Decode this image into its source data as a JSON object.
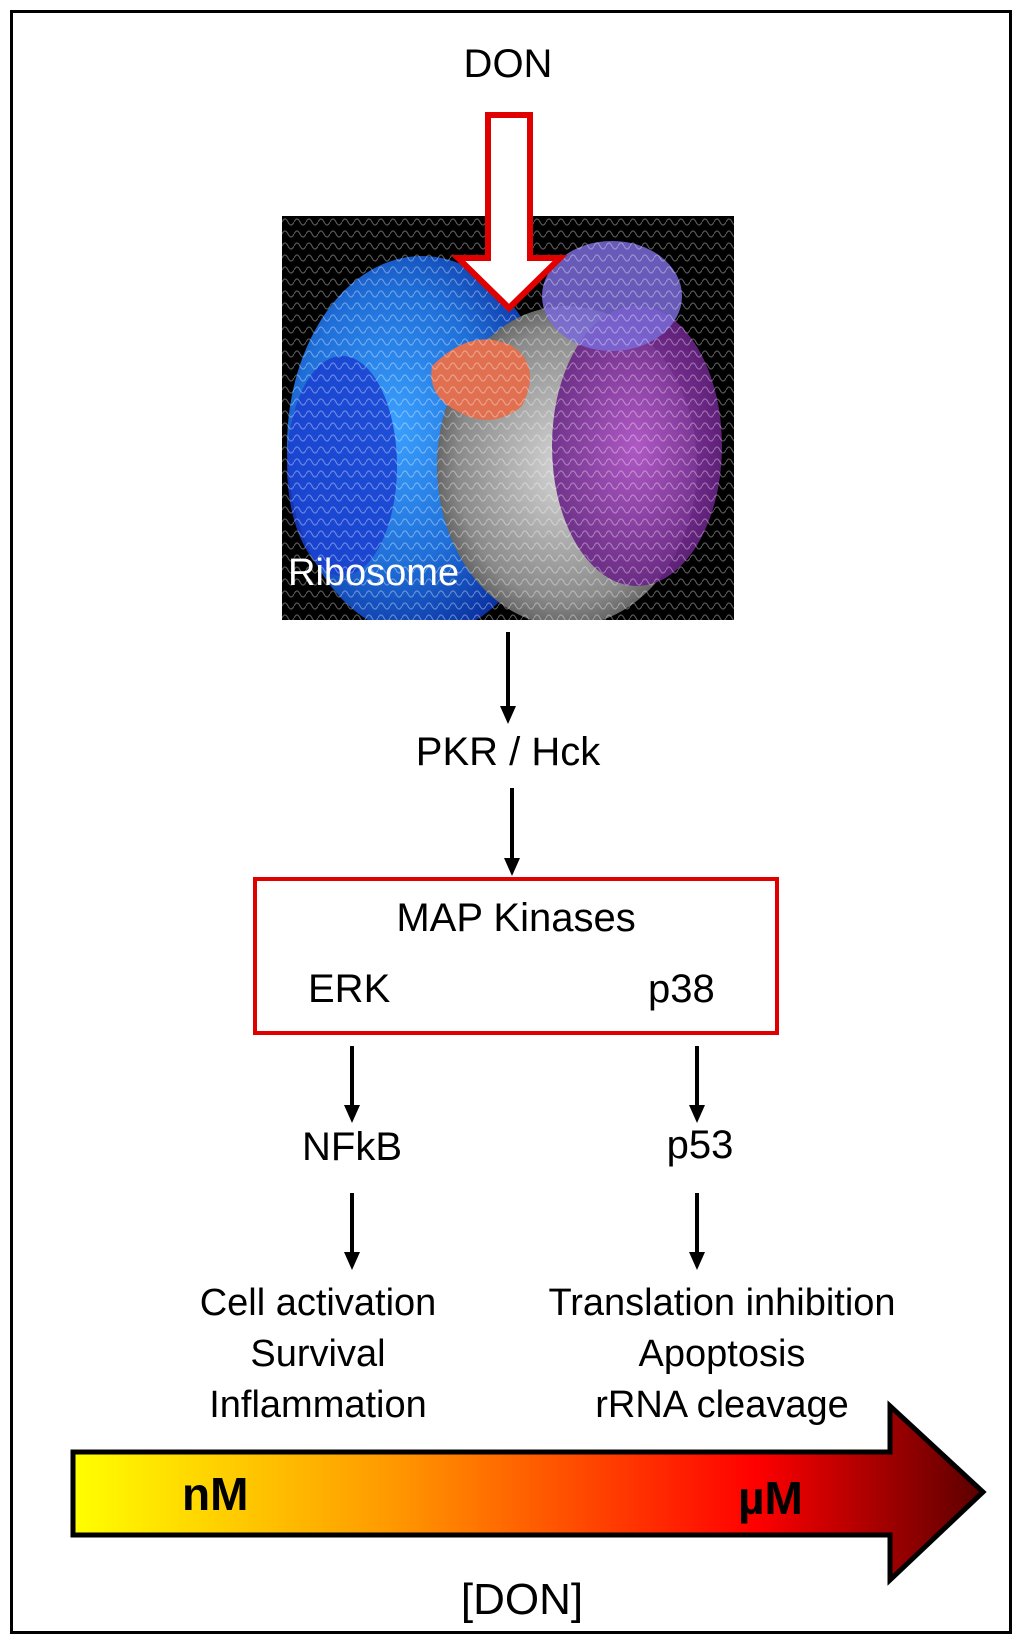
{
  "diagram": {
    "top_label": "DON",
    "ribosome_label": "Ribosome",
    "pkr_label": "PKR / Hck",
    "map_box": {
      "title": "MAP Kinases",
      "left": "ERK",
      "right": "p38"
    },
    "left_branch": {
      "node": "NFkB",
      "outcomes": [
        "Cell activation",
        "Survival",
        "Inflammation"
      ]
    },
    "right_branch": {
      "node": "p53",
      "outcomes": [
        "Translation inhibition",
        "Apoptosis",
        "rRNA cleavage"
      ]
    },
    "gradient_arrow": {
      "low_label": "nM",
      "high_label": "µM",
      "axis_label": "[DON]",
      "colors": [
        "#ffff00",
        "#ff9900",
        "#ff0000",
        "#5a0000"
      ]
    },
    "colors": {
      "highlight": "#e00000",
      "arrow": "#000000"
    }
  }
}
